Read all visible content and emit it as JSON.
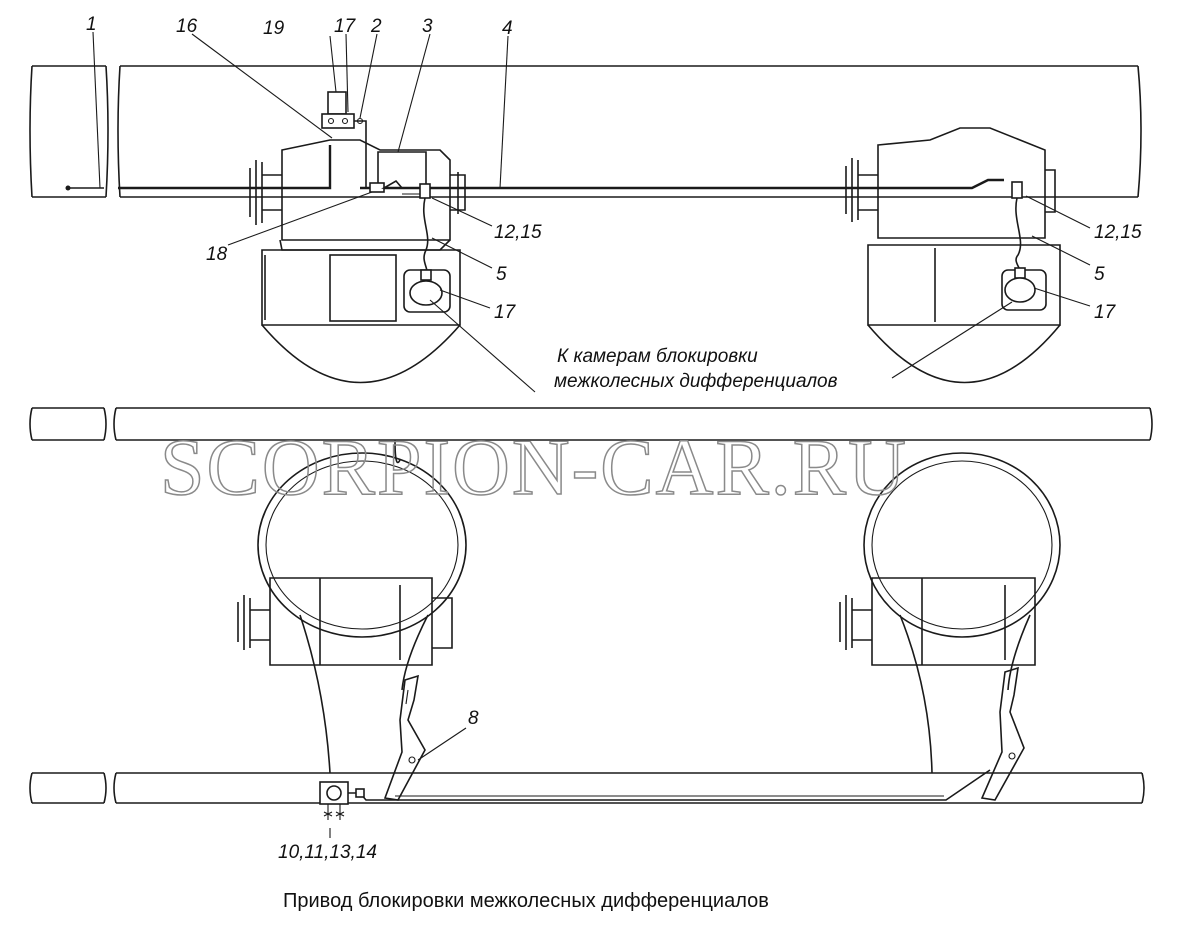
{
  "callouts": {
    "c1": "1",
    "c16": "16",
    "c19": "19",
    "c17_top": "17",
    "c2": "2",
    "c3": "3",
    "c4": "4",
    "c18": "18",
    "c1215_left": "12,15",
    "c5_left": "5",
    "c17_left": "17",
    "c1215_right": "12,15",
    "c5_right": "5",
    "c17_right": "17",
    "c8": "8",
    "c10111314": "10,11,13,14"
  },
  "note": {
    "line1": "К камерам блокировки",
    "line2": "межколесных дифференциалов"
  },
  "watermark": "SCORPION-CAR.RU",
  "caption": "Привод блокировки межколесных дифференциалов"
}
